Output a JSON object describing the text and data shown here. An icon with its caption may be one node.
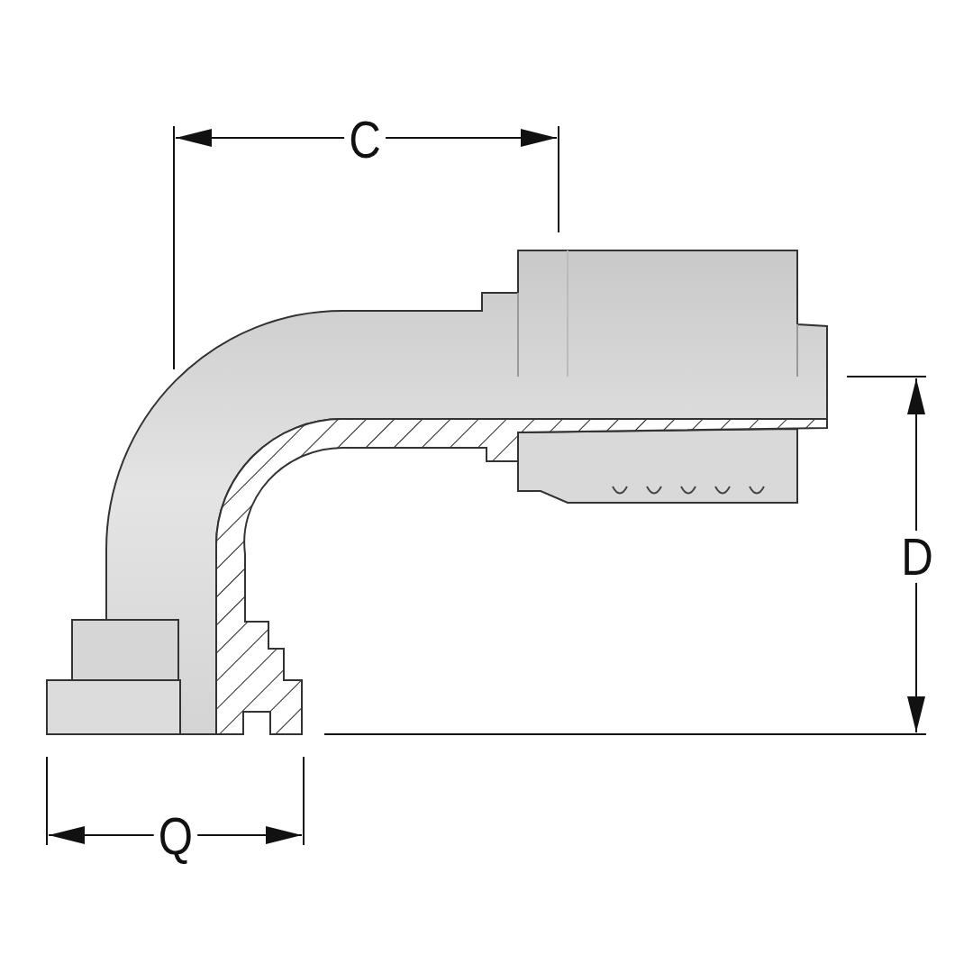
{
  "diagram": {
    "labels": [
      "C",
      "D",
      "Q"
    ]
  }
}
